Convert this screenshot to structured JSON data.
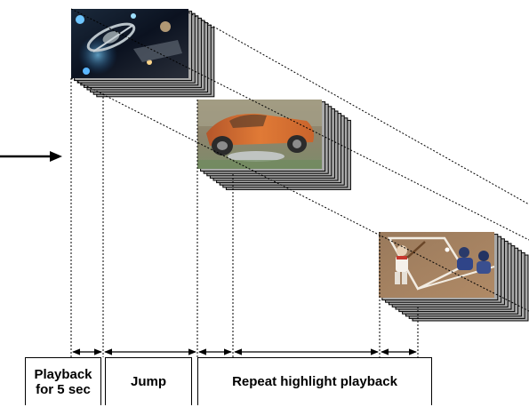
{
  "segments": [
    {
      "line1": "Playback",
      "line2": "for 5 sec"
    },
    {
      "label": "Jump"
    },
    {
      "label": "Repeat highlight playback"
    }
  ],
  "frames": [
    {
      "name": "space-scene-frame",
      "depicts": "space station / spaceship scene"
    },
    {
      "name": "car-scene-frame",
      "depicts": "orange sports car"
    },
    {
      "name": "baseball-scene-frame",
      "depicts": "baseball batter at home plate"
    }
  ],
  "colors": {
    "line": "#000000",
    "stack_fill": "#aaaaaa",
    "stack_stroke": "#000000"
  }
}
